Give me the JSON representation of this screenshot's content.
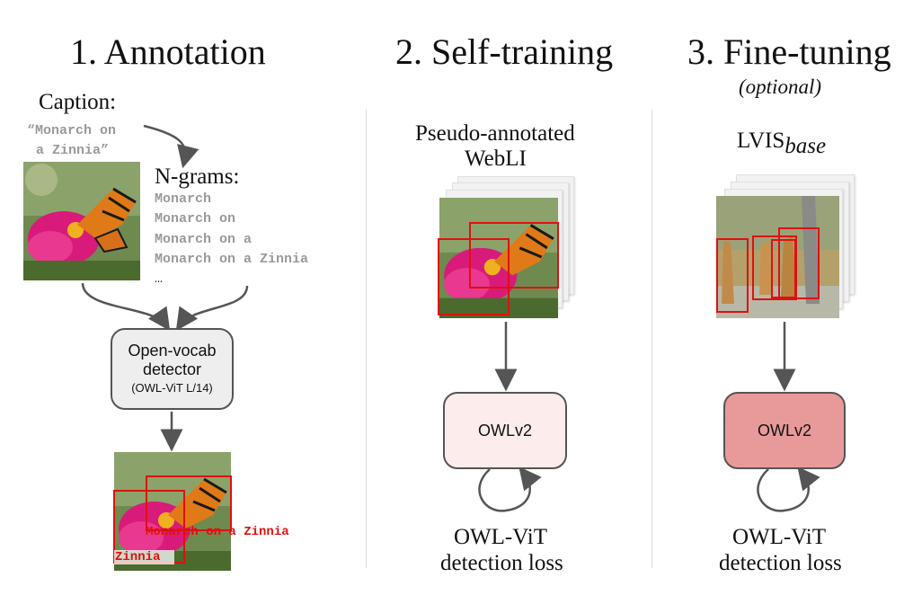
{
  "colors": {
    "box_red": "#e01010",
    "node1_fill": "#eeeeee",
    "node2_fill": "#fcecec",
    "node3_fill": "#e89a9a",
    "arrow": "#555555"
  },
  "annotation": {
    "title": "1. Annotation",
    "caption_label": "Caption:",
    "caption_line1": "“Monarch on",
    "caption_line2": "a Zinnia”",
    "ngrams_label": "N-grams:",
    "ngrams": [
      "Monarch",
      "Monarch on",
      "Monarch on a",
      "Monarch on a Zinnia",
      "…"
    ],
    "detector_line1": "Open-vocab",
    "detector_line2": "detector",
    "detector_sub": "(OWL-ViT L/14)",
    "result_label1": "Monarch on a Zinnia",
    "result_label2": "Zinnia"
  },
  "self_training": {
    "title": "2. Self-training",
    "dataset_line1": "Pseudo-annotated",
    "dataset_line2": "WebLI",
    "model": "OWLv2",
    "loss_line1": "OWL-ViT",
    "loss_line2": "detection loss"
  },
  "fine_tuning": {
    "title": "3. Fine-tuning",
    "subtitle": "(optional)",
    "dataset": "LVIS",
    "dataset_sub": "base",
    "model": "OWLv2",
    "loss_line1": "OWL-ViT",
    "loss_line2": "detection loss"
  }
}
